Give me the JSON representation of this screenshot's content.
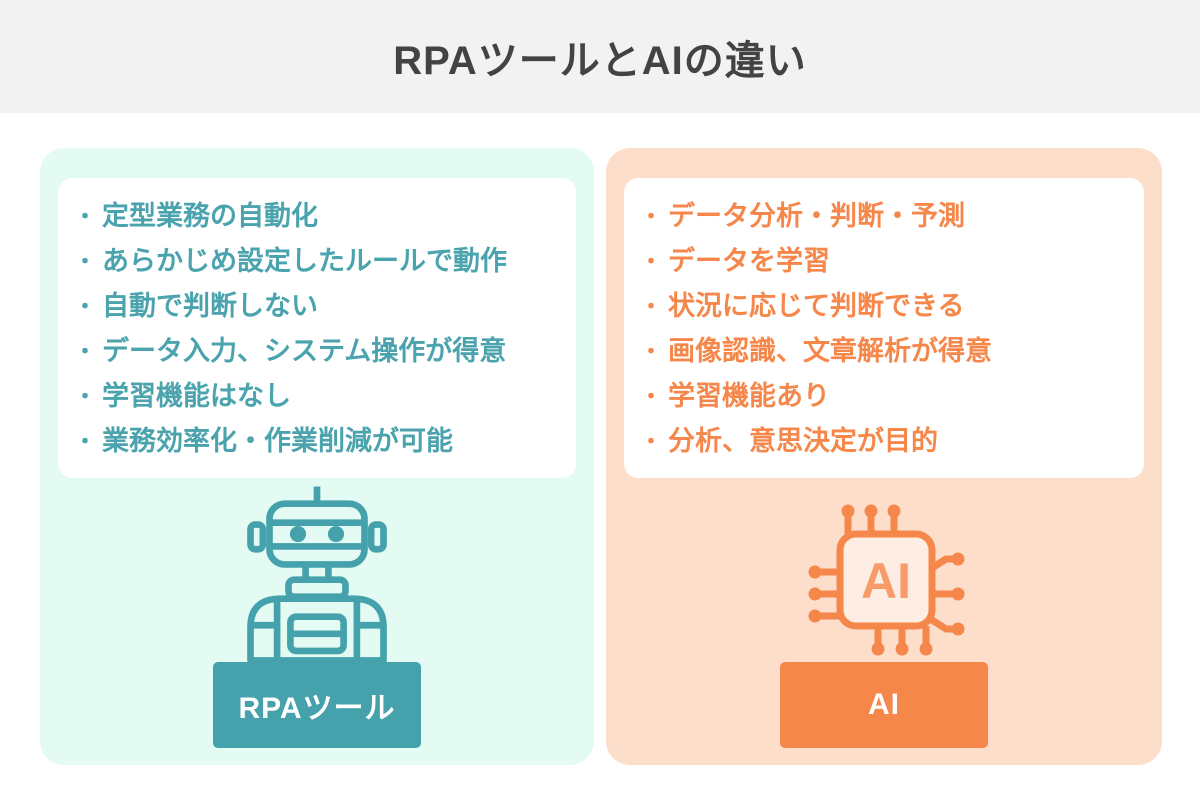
{
  "header": {
    "title": "RPAツールとAIの違い"
  },
  "bullet_char": "・",
  "panels": {
    "rpa": {
      "label": "RPAツール",
      "icon": "robot-icon",
      "items": [
        "定型業務の自動化",
        "あらかじめ設定したルールで動作",
        "自動で判断しない",
        "データ入力、システム操作が得意",
        "学習機能はなし",
        "業務効率化・作業削減が可能"
      ]
    },
    "ai": {
      "label": "AI",
      "icon": "ai-chip-icon",
      "chip_text": "AI",
      "items": [
        "データ分析・判断・予測",
        "データを学習",
        "状況に応じて判断できる",
        "画像認識、文章解析が得意",
        "学習機能あり",
        "分析、意思決定が目的"
      ]
    }
  },
  "colors": {
    "header_bg": "#f2f2f2",
    "title_color": "#434343",
    "rpa_panel": "#e3fbf3",
    "rpa_text": "#4aa3ad",
    "rpa_accent": "#45a2ac",
    "ai_panel": "#fcdecb",
    "ai_text": "#f6874b",
    "ai_accent": "#f6874b",
    "card_bg": "#ffffff"
  }
}
